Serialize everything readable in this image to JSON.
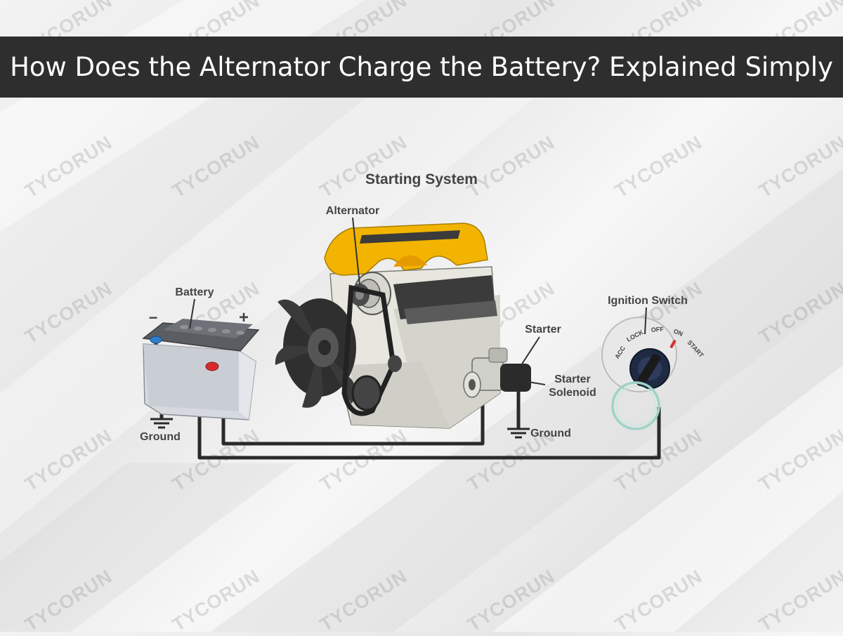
{
  "title": "How Does the Alternator Charge the Battery? Explained Simply",
  "diagram": {
    "heading": "Starting System",
    "labels": {
      "alternator": "Alternator",
      "battery": "Battery",
      "battery_minus": "−",
      "battery_plus": "+",
      "ground_battery": "Ground",
      "starter": "Starter",
      "starter_solenoid_1": "Starter",
      "starter_solenoid_2": "Solenoid",
      "ground_starter": "Ground",
      "ignition_switch": "Ignition Switch",
      "acc": "ACC",
      "lock": "LOCK",
      "off": "OFF",
      "on": "ON",
      "start": "START"
    }
  },
  "watermark": "TYCORUN",
  "colors": {
    "title_bar": "#2e2e2e",
    "engine_cover": "#f2b400",
    "wire": "#2a2a2a",
    "battery_body": "#d9dde2",
    "terminal_red": "#d62b2b",
    "terminal_blue": "#2f7fd0",
    "ring": "#9fd3c7"
  }
}
